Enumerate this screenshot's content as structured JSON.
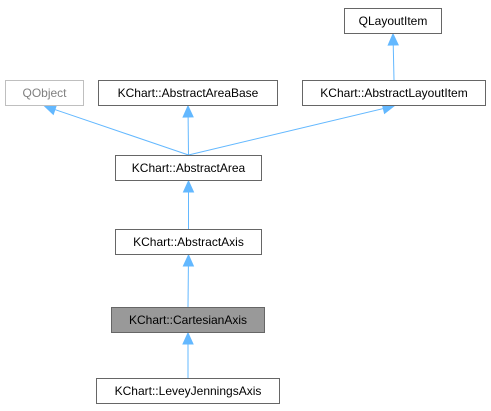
{
  "diagram": {
    "edge_color": "#63b8ff",
    "nodes": {
      "qlayoutitem": "QLayoutItem",
      "qobject": "QObject",
      "abstract_area_base": "KChart::AbstractAreaBase",
      "abstract_layout_item": "KChart::AbstractLayoutItem",
      "abstract_area": "KChart::AbstractArea",
      "abstract_axis": "KChart::AbstractAxis",
      "cartesian_axis": "KChart::CartesianAxis",
      "levey_jennings_axis": "KChart::LeveyJenningsAxis"
    },
    "edges": [
      {
        "from": "abstract_layout_item",
        "to": "qlayoutitem"
      },
      {
        "from": "abstract_area",
        "to": "qobject"
      },
      {
        "from": "abstract_area",
        "to": "abstract_area_base"
      },
      {
        "from": "abstract_area",
        "to": "abstract_layout_item"
      },
      {
        "from": "abstract_axis",
        "to": "abstract_area"
      },
      {
        "from": "cartesian_axis",
        "to": "abstract_axis"
      },
      {
        "from": "levey_jennings_axis",
        "to": "cartesian_axis"
      }
    ]
  }
}
